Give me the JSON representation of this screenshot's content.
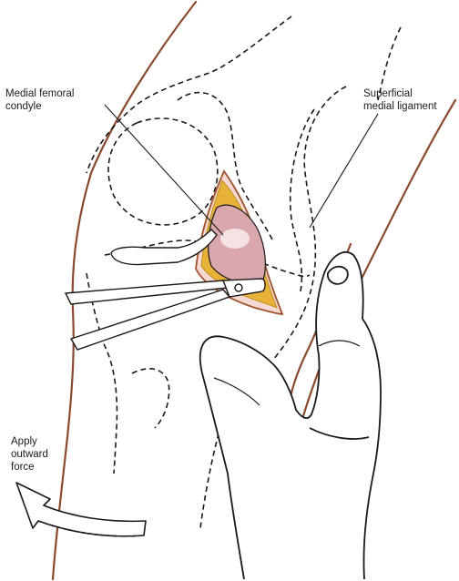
{
  "labels": {
    "medial_femoral_condyle": [
      "Medial femoral",
      "condyle"
    ],
    "superficial_medial_ligament": [
      "Superficial",
      "medial ligament"
    ],
    "apply_outward_force": [
      "Apply",
      "outward",
      "force"
    ]
  },
  "colors": {
    "skin_outline": "#8b4a2e",
    "tissue_edge": "#a0522d",
    "fat": "#e8b23a",
    "condyle": "#d9a7ac",
    "condyle_highlight": "#f3e1e4",
    "outline": "#1a1a1a"
  },
  "icons": {
    "retractor": "retractor-icon",
    "forceps": "forceps-icon",
    "hand": "hand-icon",
    "force_arrow": "arrow-icon"
  }
}
